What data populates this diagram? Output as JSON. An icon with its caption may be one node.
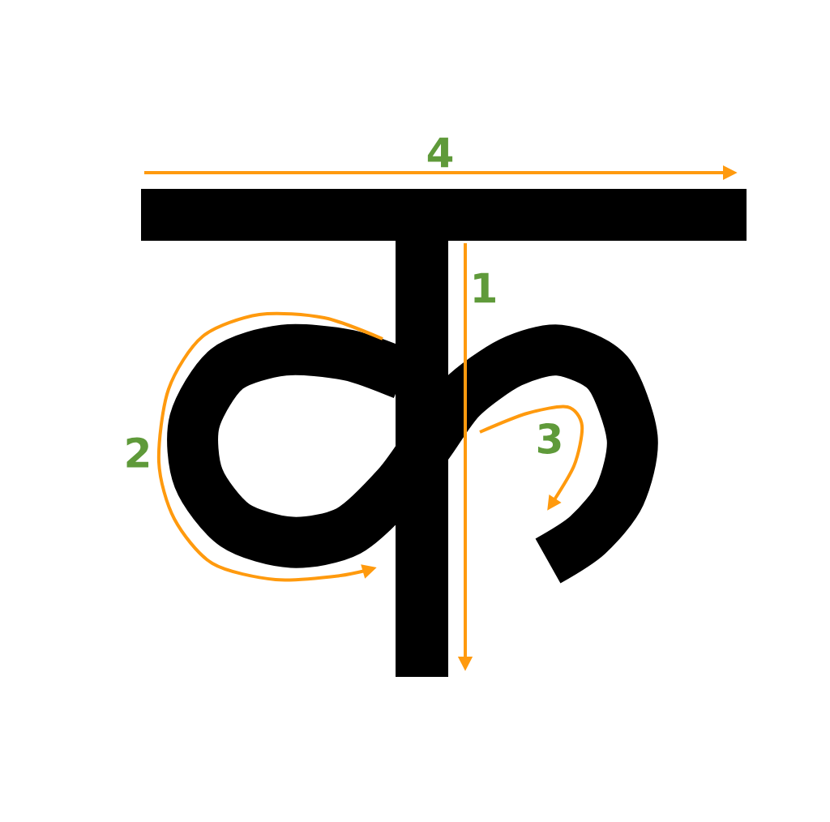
{
  "diagram": {
    "labels": [
      "4",
      "1",
      "2",
      "3"
    ]
  }
}
